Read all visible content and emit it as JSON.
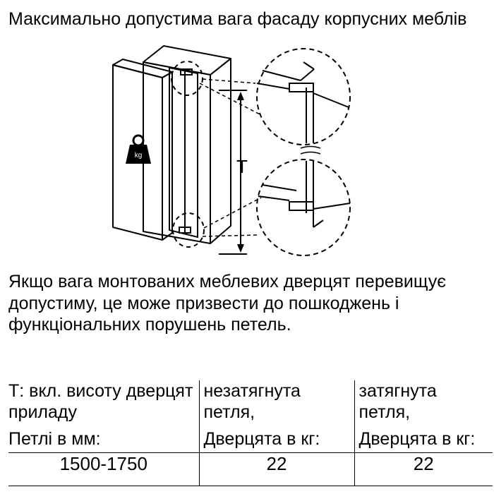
{
  "heading": "Максимально допустима вага фасаду корпусних меблів",
  "diagram": {
    "dimension_label": "T",
    "weight_icon_label": "kg"
  },
  "warning_text": "Якщо вага монтованих меблевих дверцят перевищує допустиму, це може призвести до пошкоджень і функціональних порушень петель.",
  "table": {
    "col1_header": "Т: вкл. висоту дверцят приладу",
    "col1_sub": "Петлі в мм:",
    "col2_header": "незатягнута петля,",
    "col2_sub": "Дверцята в кг:",
    "col3_header": "затягнута петля,",
    "col3_sub": "Дверцята в кг:",
    "rows": [
      {
        "height_range": "1500-1750",
        "untightened_kg": "22",
        "tightened_kg": "22"
      }
    ]
  }
}
